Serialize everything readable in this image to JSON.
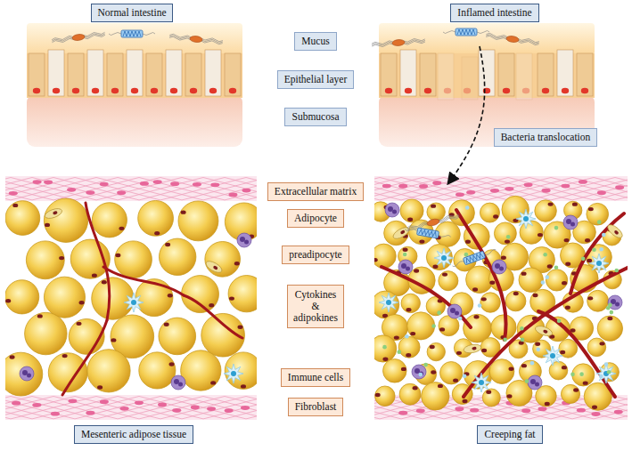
{
  "diagram": {
    "nodes": [
      {
        "text": [
          "Normal intestine"
        ]
      },
      {
        "text": [
          "Inflamed intestine"
        ]
      },
      {
        "text": [
          "Mucus"
        ]
      },
      {
        "text": [
          "Epithelial layer"
        ]
      },
      {
        "text": [
          "Submucosa"
        ]
      },
      {
        "text": [
          "Bacteria translocation"
        ]
      },
      {
        "text": [
          "Extracellular matrix"
        ]
      },
      {
        "text": [
          "Adipocyte"
        ]
      },
      {
        "text": [
          "preadipocyte"
        ]
      },
      {
        "text": [
          "Cytokines & adipokines"
        ]
      },
      {
        "text": [
          "Immune cells"
        ]
      },
      {
        "text": [
          "Fibroblast"
        ]
      },
      {
        "text": [
          "Mesenteric adipose tissue"
        ]
      },
      {
        "text": [
          "Creeping fat"
        ]
      }
    ]
  }
}
